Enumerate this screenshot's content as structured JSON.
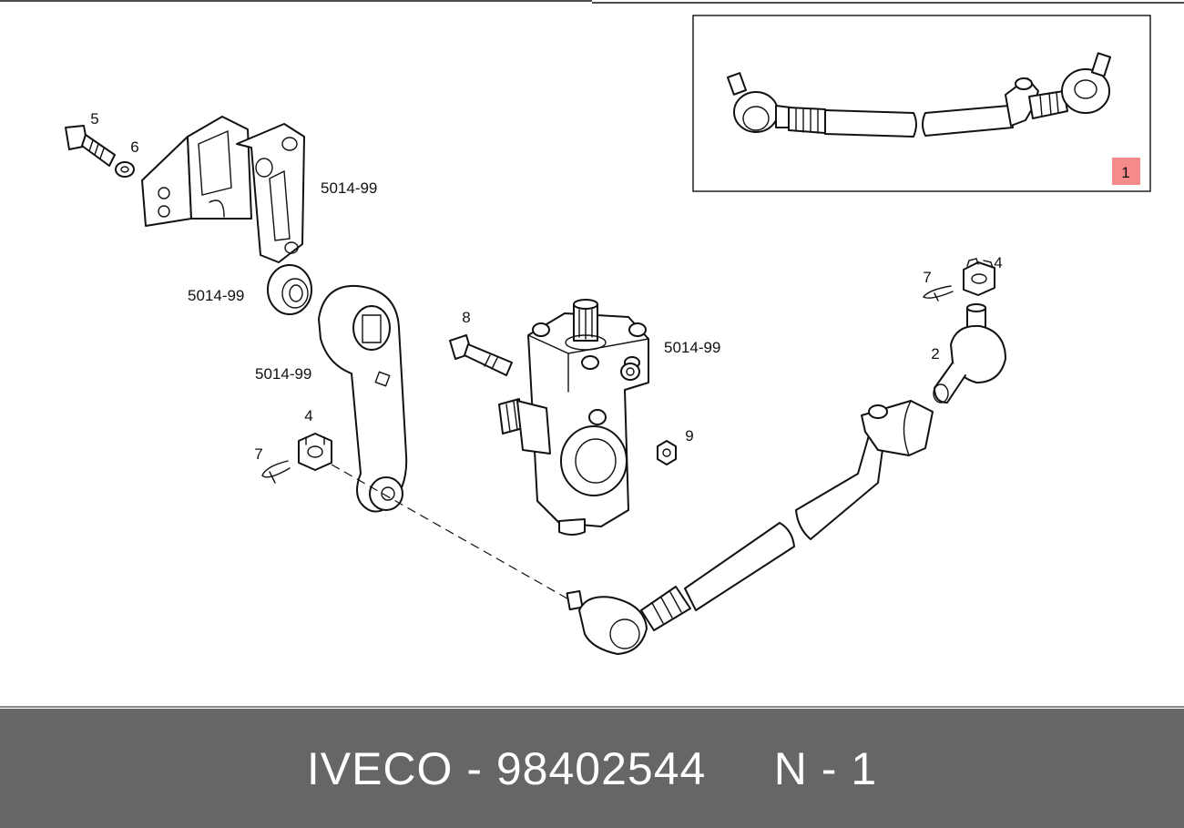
{
  "colors": {
    "footer_bg": "#666666",
    "footer_text": "#ffffff",
    "badge_bg": "#f48a8a",
    "line": "#111111"
  },
  "callouts": {
    "c5": "5",
    "c6": "6",
    "ref_bracket": "5014-99",
    "ref_bushing": "5014-99",
    "ref_arm": "5014-99",
    "c8": "8",
    "ref_gearbox": "5014-99",
    "c4_left": "4",
    "c7_left": "7",
    "c9": "9",
    "c7_right": "7",
    "c4_right": "4",
    "c2": "2"
  },
  "inset": {
    "badge": "1"
  },
  "footer": {
    "text": "IVECO - 98402544     N - 1"
  }
}
